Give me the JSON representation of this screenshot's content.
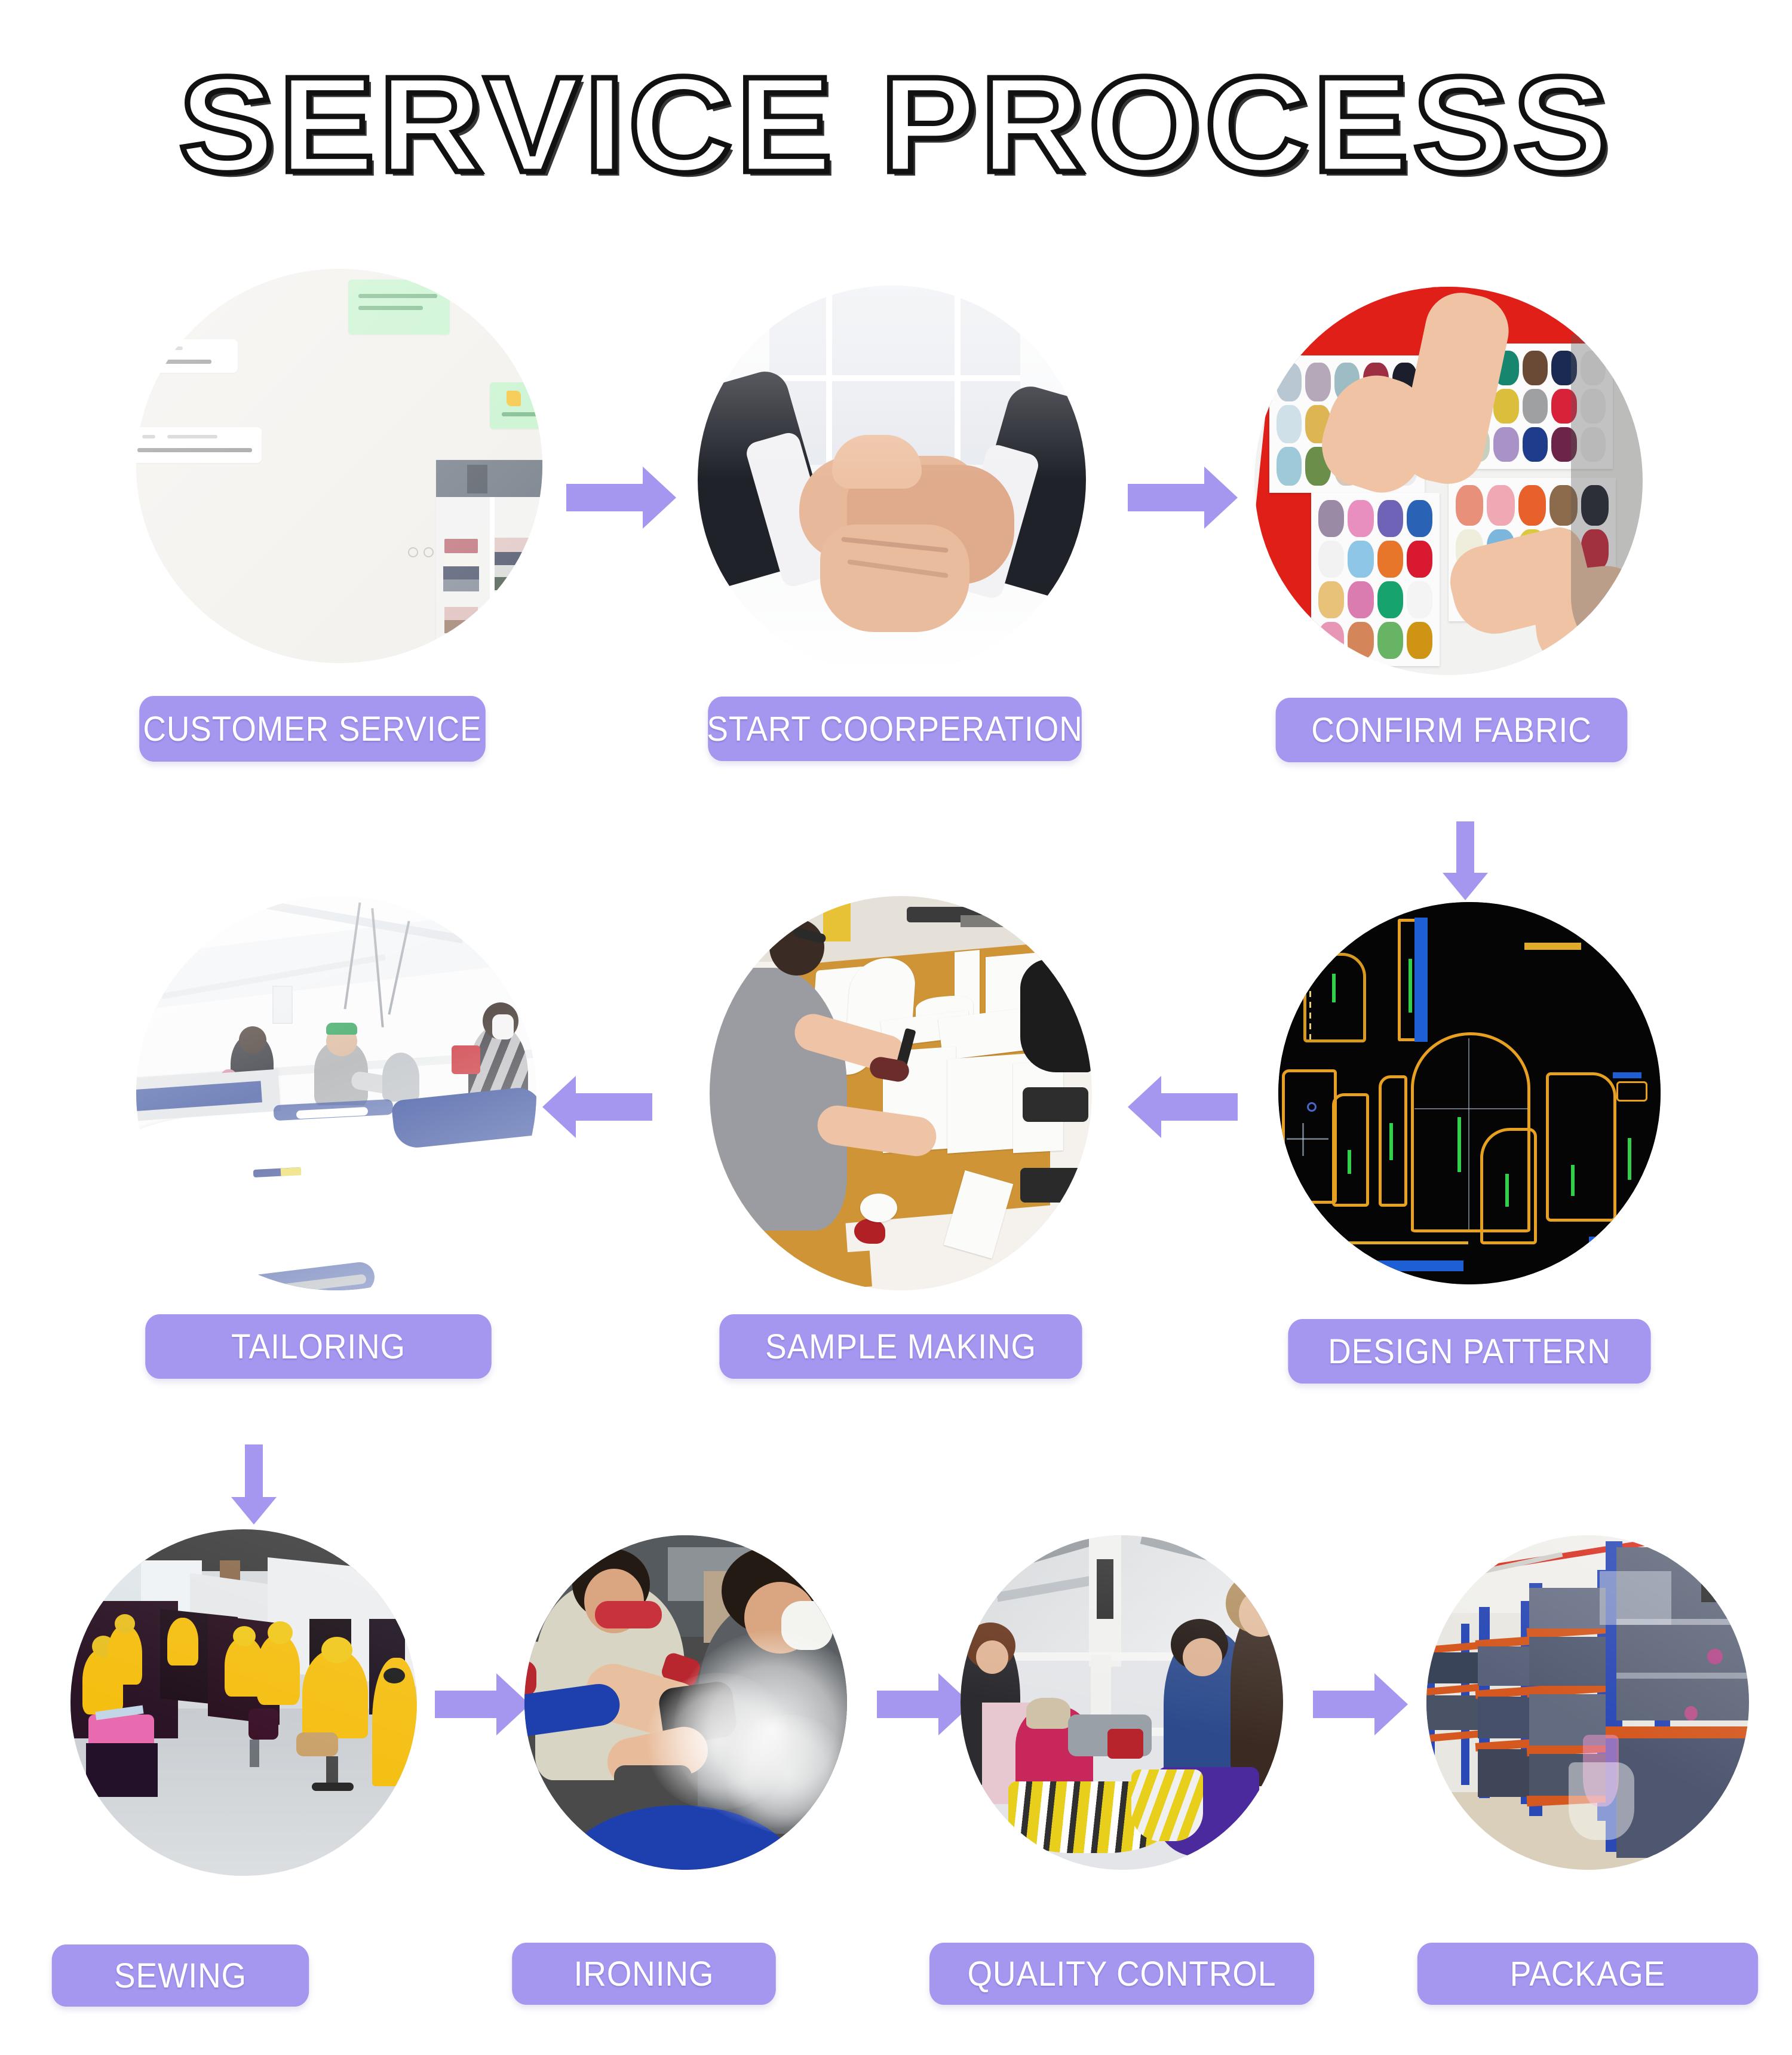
{
  "page": {
    "title": "SERVICE PROCESS",
    "background_color": "#ffffff",
    "accent_color": "#a596f0",
    "label_text_color": "#ffffff"
  },
  "flow": {
    "direction_notes": "row 1 left-to-right, row 2 right-to-left, row 3 left-to-right",
    "steps": [
      {
        "index": 1,
        "label": "CUSTOMER SERVICE",
        "image_name": "chat-screenshot",
        "image_description": "Washed-out messaging app screenshot with green chat bubbles and a product photo"
      },
      {
        "index": 2,
        "label": "START COORPERATION",
        "image_name": "handshake-photo",
        "image_description": "Two businessmen in dark suits with white cuffs shaking hands in front of a bright window"
      },
      {
        "index": 3,
        "label": "CONFIRM FABRIC",
        "image_name": "fabric-swatch-photo",
        "image_description": "Hands over white fabric color swatch cards with many coloured circles, red backdrop"
      },
      {
        "index": 4,
        "label": "DESIGN PATTERN",
        "image_name": "cad-pattern-screen",
        "image_description": "CAD pattern making software on black screen with orange pattern outlines, green grain lines and blue bars"
      },
      {
        "index": 5,
        "label": "SAMPLE MAKING",
        "image_name": "pattern-making-photo",
        "image_description": "Pattern maker in grey sweater cutting white paper patterns on a tan board table"
      },
      {
        "index": 6,
        "label": "TAILORING",
        "image_name": "cutting-room-photo",
        "image_description": "Bright overexposed cutting room, workers at a long white cutting table with blue fabric"
      },
      {
        "index": 7,
        "label": "SEWING",
        "image_name": "sewing-line-photo",
        "image_description": "Factory sewing line with rows of workers in yellow uniforms"
      },
      {
        "index": 8,
        "label": "IRONING",
        "image_name": "steam-ironing-photo",
        "image_description": "Two men steam pressing garments over a blue ironing board in a cloud of steam"
      },
      {
        "index": 9,
        "label": "QUALITY CONTROL",
        "image_name": "inspection-photo",
        "image_description": "Women inspecting yellow and purple garments at a white inspection frame station"
      },
      {
        "index": 10,
        "label": "PACKAGE",
        "image_name": "warehouse-photo",
        "image_description": "Warehouse blue and orange racking filled with poly-bagged folded garments"
      }
    ]
  },
  "connectors": [
    {
      "name": "arrow-cs-to-coop",
      "direction": "right"
    },
    {
      "name": "arrow-coop-to-fabric",
      "direction": "right"
    },
    {
      "name": "arrow-fabric-to-design",
      "direction": "down"
    },
    {
      "name": "arrow-design-to-sample",
      "direction": "left"
    },
    {
      "name": "arrow-sample-to-tailor",
      "direction": "left"
    },
    {
      "name": "arrow-tailor-to-sewing",
      "direction": "down"
    },
    {
      "name": "arrow-sewing-to-iron",
      "direction": "right"
    },
    {
      "name": "arrow-iron-to-qc",
      "direction": "right"
    },
    {
      "name": "arrow-qc-to-package",
      "direction": "right"
    }
  ]
}
